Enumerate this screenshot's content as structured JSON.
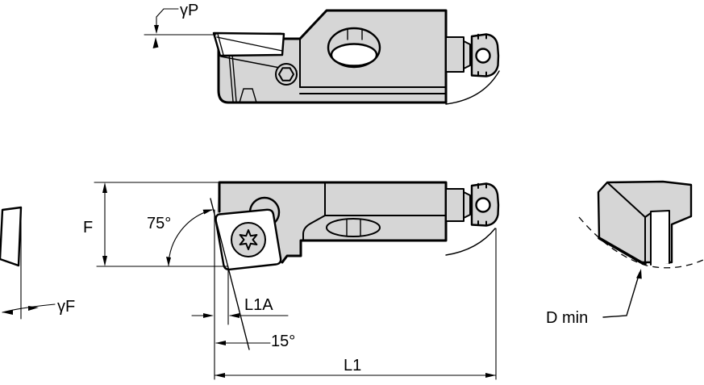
{
  "drawing": {
    "labels": {
      "gamma_p": "γP",
      "f": "F",
      "angle_75": "75°",
      "gamma_f": "γF",
      "l1a": "L1A",
      "angle_15": "15°",
      "l1": "L1",
      "d_min": "D min"
    },
    "colors": {
      "part_fill": "#d6d6d6",
      "line": "#000000",
      "background": "#ffffff"
    }
  }
}
